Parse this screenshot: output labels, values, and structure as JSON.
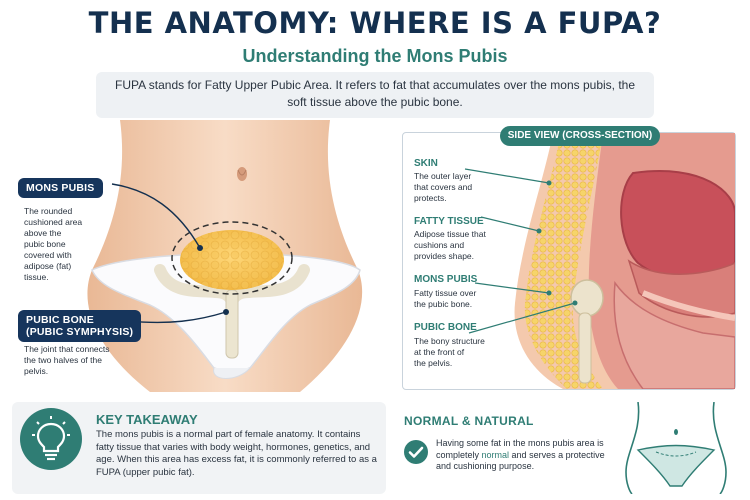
{
  "header": {
    "title": "THE ANATOMY: WHERE IS A FUPA?",
    "subtitle": "Understanding the Mons Pubis",
    "intro": "FUPA stands for Fatty Upper Pubic Area. It refers to fat that accumulates over the mons pubis, the soft tissue above the pubic bone."
  },
  "front_view": {
    "mons_pubis": {
      "label": "MONS PUBIS",
      "description": [
        "The rounded",
        "cushioned area",
        "above the",
        "pubic bone",
        "covered with",
        "adipose (fat)",
        "tissue."
      ]
    },
    "pubic_bone": {
      "label_lines": [
        "PUBIC BONE",
        "(PUBIC SYMPHYSIS)"
      ],
      "description": [
        "The joint that connects",
        "the two halves of the",
        "pelvis."
      ]
    }
  },
  "side_view": {
    "tag": "SIDE VIEW (CROSS-SECTION)",
    "labels": [
      {
        "name": "SKIN",
        "lines": [
          "The outer layer",
          "that covers and",
          "protects."
        ]
      },
      {
        "name": "FATTY TISSUE",
        "lines": [
          "Adipose tissue that",
          "cushions and",
          "provides shape."
        ]
      },
      {
        "name": "MONS PUBIS",
        "lines": [
          "Fatty tissue over",
          "the pubic bone."
        ]
      },
      {
        "name": "PUBIC BONE",
        "lines": [
          "The bony structure",
          "at the front of",
          "the pelvis."
        ]
      }
    ]
  },
  "key_takeaway": {
    "title": "KEY TAKEAWAY",
    "text": "The mons pubis is a normal part of female anatomy. It contains fatty tissue that varies with body weight, hormones, genetics, and age. When this area has excess fat, it is commonly referred to as a FUPA (upper pubic fat).",
    "icon": "lightbulb-icon"
  },
  "normal_natural": {
    "title": "NORMAL & NATURAL",
    "text_before": "Having some fat in the mons pubis area is completely ",
    "text_highlight": "normal",
    "text_after": " and serves a protective and cushioning purpose.",
    "icon": "check-icon"
  },
  "colors": {
    "navy": "#14304f",
    "teal": "#2f7d74",
    "fat": "#f3c24d",
    "skin": "#f2c7a6",
    "tissue": "#c9565e"
  }
}
